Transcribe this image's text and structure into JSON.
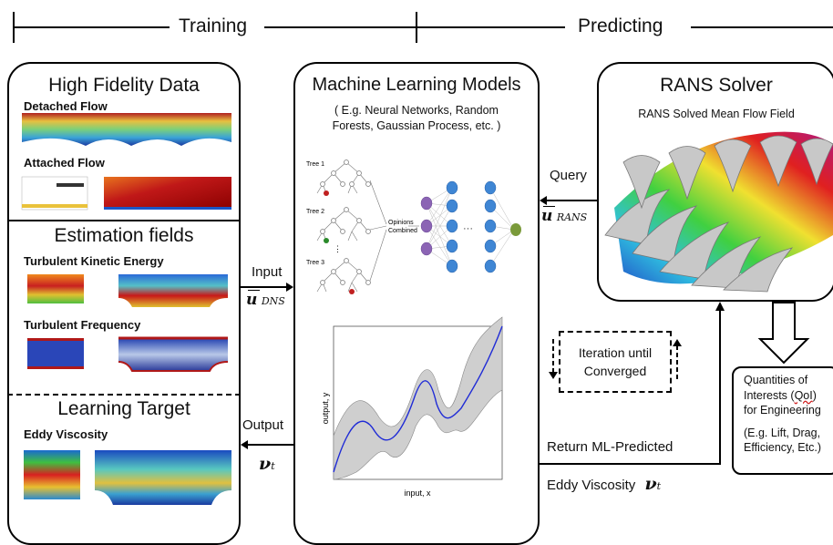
{
  "header": {
    "training_label": "Training",
    "predicting_label": "Predicting"
  },
  "left_panel": {
    "hifi_title": "High Fidelity Data",
    "detached_label": "Detached Flow",
    "attached_label": "Attached Flow",
    "estimation_title": "Estimation fields",
    "tke_label": "Turbulent Kinetic Energy",
    "freq_label": "Turbulent Frequency",
    "target_title": "Learning Target",
    "eddy_label": "Eddy Viscosity"
  },
  "center_panel": {
    "title": "Machine Learning Models",
    "subtitle_line1": "( E.g. Neural Networks, Random",
    "subtitle_line2": "Forests, Gaussian Process, etc. )",
    "tree1": "Tree 1",
    "tree2": "Tree 2",
    "tree3": "Tree 3",
    "opinions_line1": "Opinions",
    "opinions_line2": "Combined",
    "gp_ylabel": "output, y",
    "gp_xlabel": "input, x"
  },
  "right_panel": {
    "title": "RANS Solver",
    "subtitle": "RANS Solved Mean Flow Field"
  },
  "arrows": {
    "input_label": "Input",
    "input_sym": "u",
    "input_sub": "DNS",
    "output_label": "Output",
    "output_sym": "ν",
    "output_sub": "t",
    "query_label": "Query",
    "query_sym": "u",
    "query_sub": "RANS",
    "iteration_line1": "Iteration until",
    "iteration_line2": "Converged",
    "return_line1": "Return ML-Predicted",
    "return_line2": "Eddy Viscosity",
    "return_sym": "ν",
    "return_sub": "t"
  },
  "qoi": {
    "line1": "Quantities of",
    "line2_a": "Interests (",
    "line2_b": "QoI",
    "line2_c": ")",
    "line3": "for Engineering",
    "line4": "(E.g. Lift, Drag,",
    "line5": "Efficiency, Etc.)"
  },
  "colors": {
    "nn_purple": "#8b64b4",
    "nn_blue": "#3f86d4",
    "nn_green": "#7a9a3a",
    "gp_mean": "#1f2bd6",
    "gp_band": "#cfcfcf"
  }
}
